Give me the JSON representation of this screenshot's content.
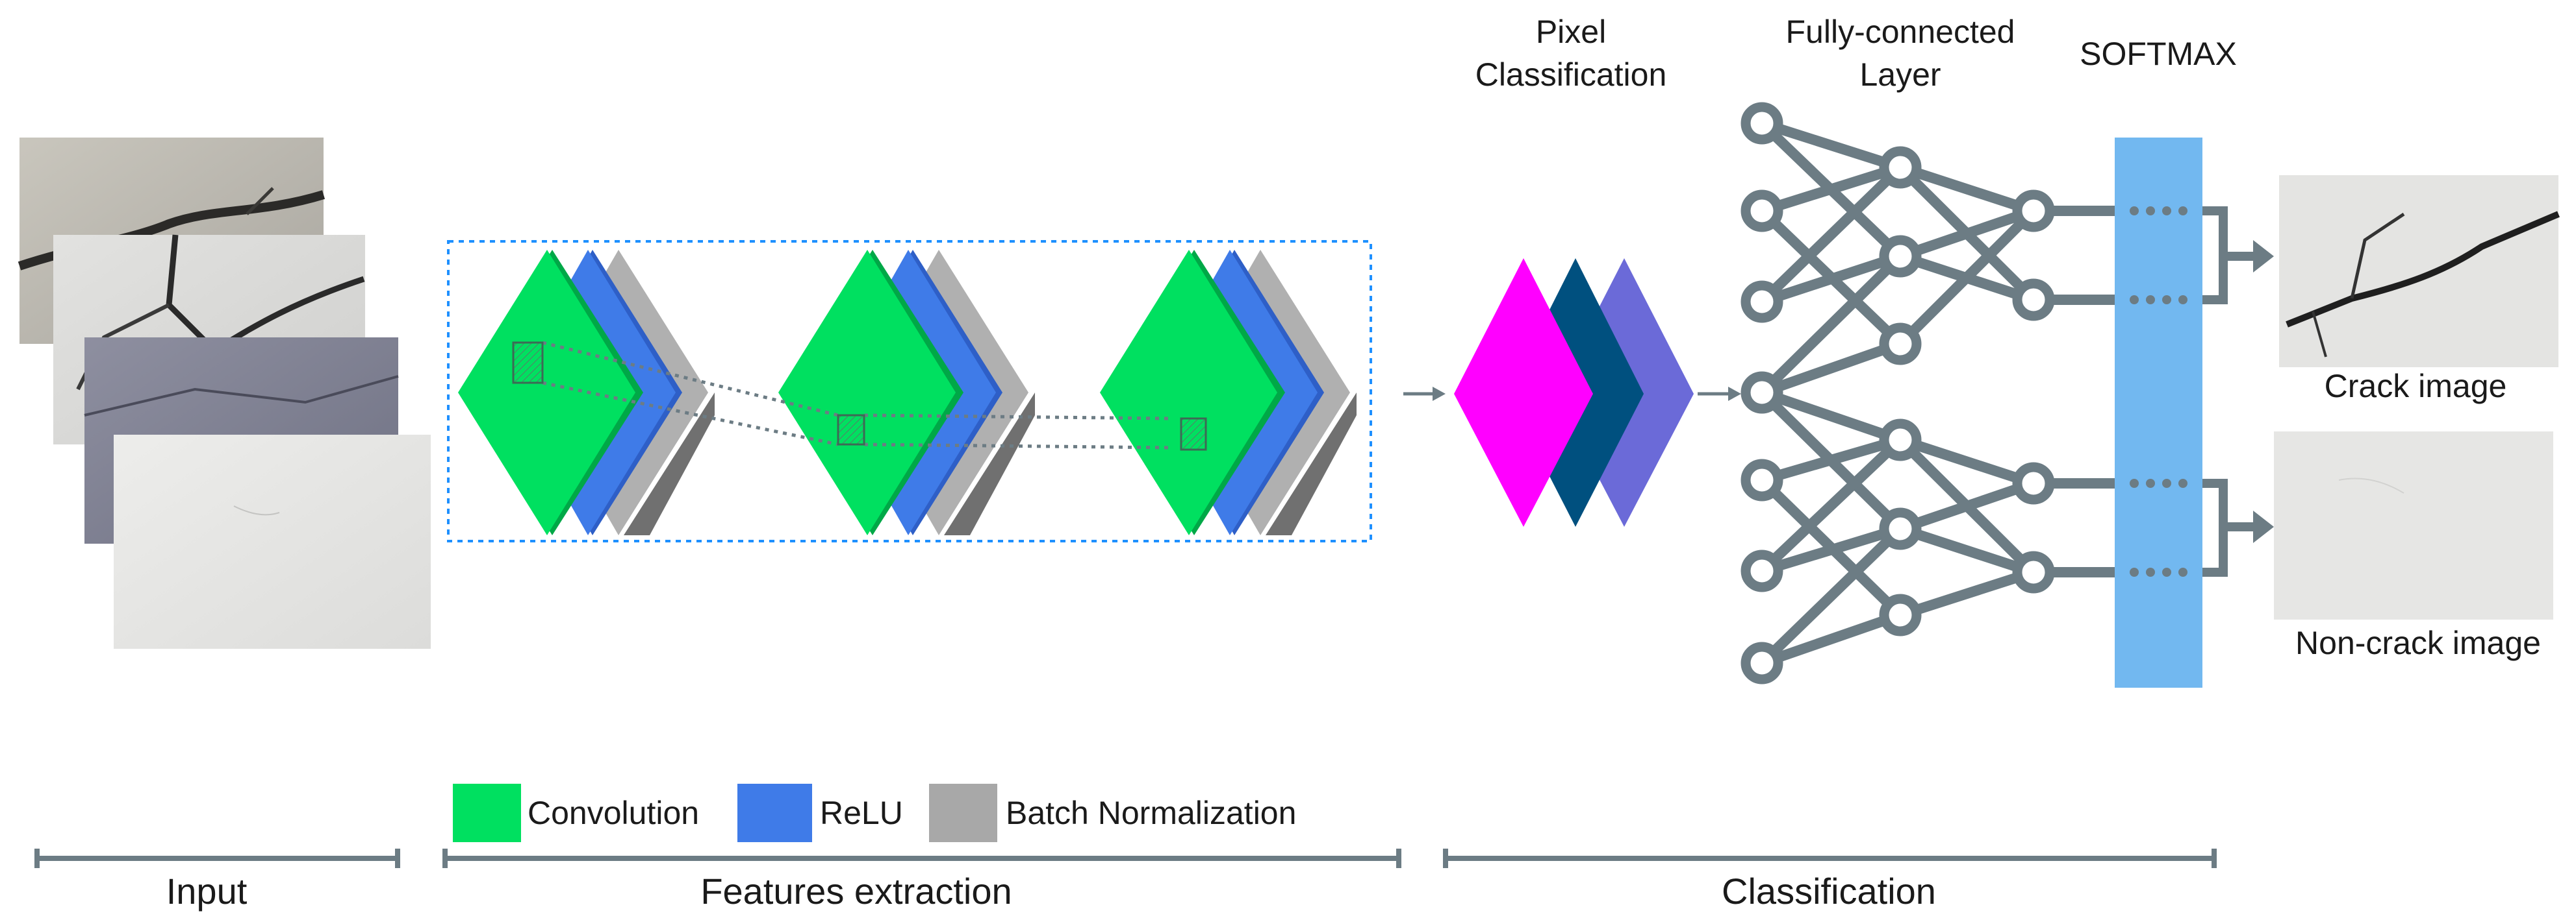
{
  "colors": {
    "convolution": "#00e060",
    "relu": "#3f7be8",
    "batch_norm": "#a8a8a8",
    "pixel_magenta": "#ff00ff",
    "pixel_navy": "#00507f",
    "pixel_purple": "#6b6ad8",
    "network_gray": "#6c7c84",
    "softmax": "#72b8f0",
    "dashed_box": "#1e90ff"
  },
  "header_labels": {
    "pixel_classification_line1": "Pixel",
    "pixel_classification_line2": "Classification",
    "fully_connected_line1": "Fully-connected",
    "fully_connected_line2": "Layer",
    "softmax": "SOFTMAX"
  },
  "outputs": {
    "crack": "Crack image",
    "non_crack": "Non-crack image"
  },
  "legend": {
    "convolution": "Convolution",
    "relu": "ReLU",
    "batch_norm": "Batch Normalization"
  },
  "stages": {
    "input": "Input",
    "features": "Features extraction",
    "classification": "Classification"
  },
  "icons": {
    "arrow": "arrow-right-icon"
  }
}
